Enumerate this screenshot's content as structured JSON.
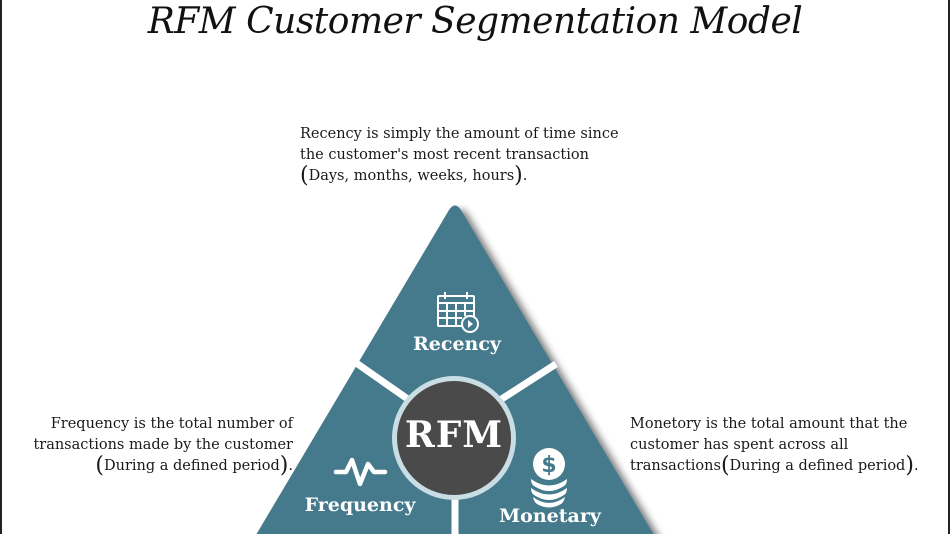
{
  "title": "RFM Customer Segmentation Model",
  "colors": {
    "segment_fill": "#447a8c",
    "center_fill": "#4a4a4a",
    "center_ring": "#c9dde4",
    "separator": "#ffffff",
    "text": "#1a1a1a"
  },
  "center": {
    "label": "RFM"
  },
  "segments": [
    {
      "id": "recency",
      "label": "Recency",
      "icon": "calendar-clock-icon",
      "description_lines": [
        "Recency is simply the amount of time since",
        "the customer's most recent transaction"
      ],
      "description_paren": "Days, months, weeks, hours",
      "description_prefix_last": "",
      "description_suffix": "."
    },
    {
      "id": "frequency",
      "label": "Frequency",
      "icon": "heartbeat-pulse-icon",
      "description_lines": [
        "Frequency is the total number of",
        "transactions made by the customer"
      ],
      "description_paren": "During a defined period",
      "description_prefix_last": "",
      "description_suffix": "."
    },
    {
      "id": "monetary",
      "label": "Monetary",
      "icon": "dollar-coins-icon",
      "description_lines": [
        "Monetory is the total amount that the",
        "customer has spent across all"
      ],
      "description_paren": "During a defined period",
      "description_prefix_last": "transactions",
      "description_suffix": "."
    }
  ]
}
